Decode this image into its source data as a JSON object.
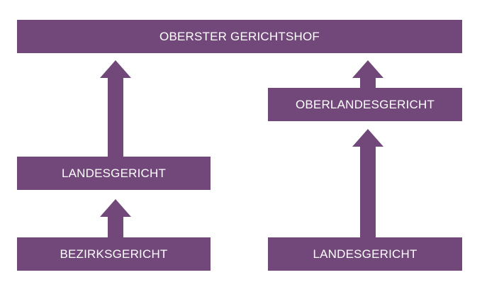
{
  "colors": {
    "box_fill": "#714879",
    "text": "#ffffff"
  },
  "nodes": {
    "top": {
      "label": "OBERSTER GERICHTSHOF"
    },
    "olg": {
      "label": "OBERLANDESGERICHT"
    },
    "lg_left": {
      "label": "LANDESGERICHT"
    },
    "bg": {
      "label": "BEZIRKSGERICHT"
    },
    "lg_right": {
      "label": "LANDESGERICHT"
    }
  }
}
